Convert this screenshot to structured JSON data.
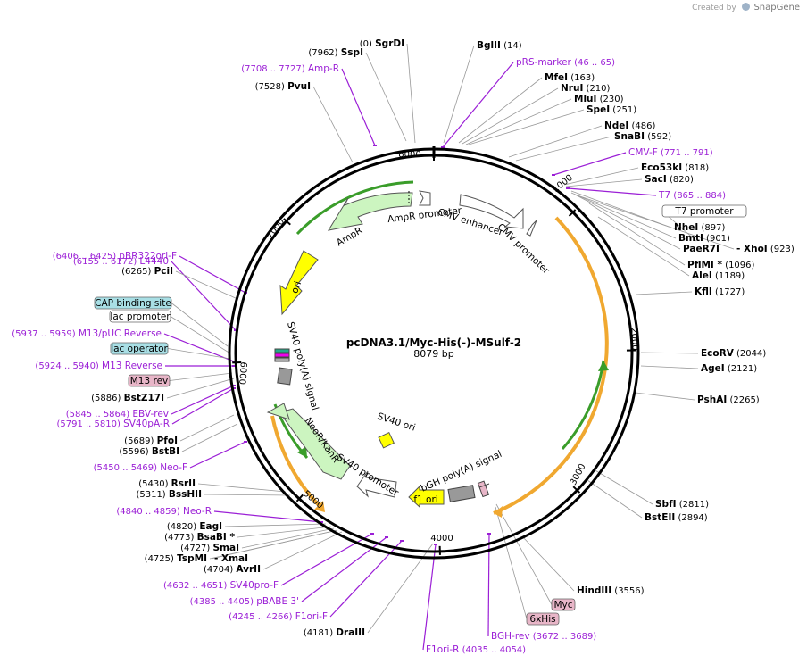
{
  "credit": {
    "prefix": "Created by",
    "brand": "SnapGene"
  },
  "plasmid": {
    "name": "pcDNA3.1/Myc-His(-)-MSulf-2",
    "size_label": "8079 bp",
    "length": 8079
  },
  "ticks": [
    "1000",
    "2000",
    "3000",
    "4000",
    "5000",
    "6000",
    "7000",
    "8000"
  ],
  "colors": {
    "primer": "#9b1fd6",
    "enzyme": "#000000",
    "yellow": "#ffff00",
    "orange": "#f0a830",
    "green_feature": "#ccf5c0",
    "teal_box": "#a8dfe5",
    "pink_box": "#e8b6c8"
  },
  "labels": [
    {
      "name": "SgrDI",
      "pos": "(0)",
      "kind": "enzyme"
    },
    {
      "name": "SspI",
      "pos": "(7962)",
      "kind": "enzyme"
    },
    {
      "name": "Amp-R",
      "pos": "(7708 .. 7727)",
      "kind": "primer"
    },
    {
      "name": "PvuI",
      "pos": "(7528)",
      "kind": "enzyme"
    },
    {
      "name": "BglII",
      "pos": "(14)",
      "kind": "enzyme"
    },
    {
      "name": "pRS-marker",
      "pos": "(46 .. 65)",
      "kind": "primer"
    },
    {
      "name": "MfeI",
      "pos": "(163)",
      "kind": "enzyme"
    },
    {
      "name": "NruI",
      "pos": "(210)",
      "kind": "enzyme"
    },
    {
      "name": "MluI",
      "pos": "(230)",
      "kind": "enzyme"
    },
    {
      "name": "SpeI",
      "pos": "(251)",
      "kind": "enzyme"
    },
    {
      "name": "NdeI",
      "pos": "(486)",
      "kind": "enzyme"
    },
    {
      "name": "SnaBI",
      "pos": "(592)",
      "kind": "enzyme"
    },
    {
      "name": "CMV-F",
      "pos": "(771 .. 791)",
      "kind": "primer"
    },
    {
      "name": "Eco53kI",
      "pos": "(818)",
      "kind": "enzyme"
    },
    {
      "name": "SacI",
      "pos": "(820)",
      "kind": "enzyme"
    },
    {
      "name": "T7",
      "pos": "(865 .. 884)",
      "kind": "primer"
    },
    {
      "name": "NheI",
      "pos": "(897)",
      "kind": "enzyme"
    },
    {
      "name": "BmtI",
      "pos": "(901)",
      "kind": "enzyme"
    },
    {
      "name": "PaeR7I",
      "pos": "",
      "kind": "enzyme"
    },
    {
      "name": "- XhoI",
      "pos": "(923)",
      "kind": "enzyme"
    },
    {
      "name": "PflMI *",
      "pos": "(1096)",
      "kind": "enzyme"
    },
    {
      "name": "AleI",
      "pos": "(1189)",
      "kind": "enzyme"
    },
    {
      "name": "KflI",
      "pos": "(1727)",
      "kind": "enzyme"
    },
    {
      "name": "EcoRV",
      "pos": "(2044)",
      "kind": "enzyme"
    },
    {
      "name": "AgeI",
      "pos": "(2121)",
      "kind": "enzyme"
    },
    {
      "name": "PshAI",
      "pos": "(2265)",
      "kind": "enzyme"
    },
    {
      "name": "SbfI",
      "pos": "(2811)",
      "kind": "enzyme"
    },
    {
      "name": "BstEII",
      "pos": "(2894)",
      "kind": "enzyme"
    },
    {
      "name": "HindIII",
      "pos": "(3556)",
      "kind": "enzyme"
    },
    {
      "name": "BGH-rev",
      "pos": "(3672 .. 3689)",
      "kind": "primer"
    },
    {
      "name": "DraIII",
      "pos": "(4181)",
      "kind": "enzyme"
    },
    {
      "name": "F1ori-R",
      "pos": "(4035 .. 4054)",
      "kind": "primer"
    },
    {
      "name": "F1ori-F",
      "pos": "(4245 .. 4266)",
      "kind": "primer"
    },
    {
      "name": "pBABE 3'",
      "pos": "(4385 .. 4405)",
      "kind": "primer"
    },
    {
      "name": "SV40pro-F",
      "pos": "(4632 .. 4651)",
      "kind": "primer"
    },
    {
      "name": "AvrII",
      "pos": "(4704)",
      "kind": "enzyme"
    },
    {
      "name": "TspMI",
      "pos": "(4725)",
      "kind": "enzyme"
    },
    {
      "name": "- XmaI",
      "pos": "",
      "kind": "enzyme"
    },
    {
      "name": "SmaI",
      "pos": "(4727)",
      "kind": "enzyme"
    },
    {
      "name": "BsaBI *",
      "pos": "(4773)",
      "kind": "enzyme"
    },
    {
      "name": "EagI",
      "pos": "(4820)",
      "kind": "enzyme"
    },
    {
      "name": "Neo-R",
      "pos": "(4840 .. 4859)",
      "kind": "primer"
    },
    {
      "name": "BssHII",
      "pos": "(5311)",
      "kind": "enzyme"
    },
    {
      "name": "RsrII",
      "pos": "(5430)",
      "kind": "enzyme"
    },
    {
      "name": "Neo-F",
      "pos": "(5450 .. 5469)",
      "kind": "primer"
    },
    {
      "name": "BstBI",
      "pos": "(5596)",
      "kind": "enzyme"
    },
    {
      "name": "PfoI",
      "pos": "(5689)",
      "kind": "enzyme"
    },
    {
      "name": "SV40pA-R",
      "pos": "(5791 .. 5810)",
      "kind": "primer"
    },
    {
      "name": "EBV-rev",
      "pos": "(5845 .. 5864)",
      "kind": "primer"
    },
    {
      "name": "BstZ17I",
      "pos": "(5886)",
      "kind": "enzyme"
    },
    {
      "name": "M13 Reverse",
      "pos": "(5924 .. 5940)",
      "kind": "primer"
    },
    {
      "name": "M13/pUC Reverse",
      "pos": "(5937 .. 5959)",
      "kind": "primer"
    },
    {
      "name": "L4440",
      "pos": "(6155 .. 6172)",
      "kind": "primer"
    },
    {
      "name": "PciI",
      "pos": "(6265)",
      "kind": "enzyme"
    },
    {
      "name": "pBR322ori-F",
      "pos": "(6406 .. 6425)",
      "kind": "primer"
    }
  ],
  "boxes": [
    {
      "name": "T7 promoter",
      "style": "white"
    },
    {
      "name": "CAP binding site",
      "style": "teal"
    },
    {
      "name": "lac promoter",
      "style": "white"
    },
    {
      "name": "lac operator",
      "style": "teal"
    },
    {
      "name": "M13 rev",
      "style": "pink"
    },
    {
      "name": "Myc",
      "style": "pink"
    },
    {
      "name": "6xHis",
      "style": "pink"
    }
  ],
  "features": [
    "AmpR promoter",
    "CMV enhancer",
    "CMV promoter",
    "AmpR",
    "ori",
    "SV40 poly(A) signal",
    "NeoR/KanR",
    "SV40 promoter",
    "SV40 ori",
    "f1 ori",
    "bGH poly(A) signal"
  ]
}
